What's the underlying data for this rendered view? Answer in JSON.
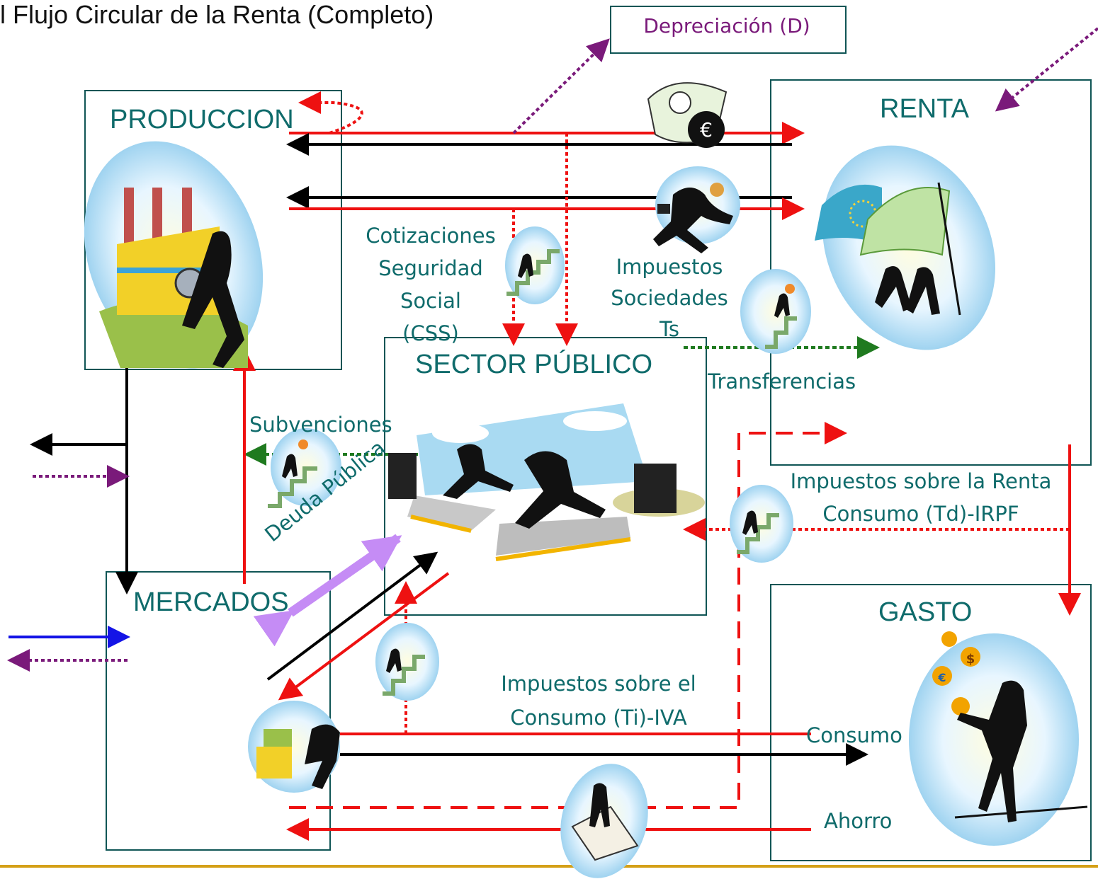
{
  "title": "l Flujo Circular de la Renta (Completo)",
  "boxes": {
    "produccion": "PRODUCCION",
    "renta": "RENTA",
    "sector_publico": "SECTOR PÚBLICO",
    "mercados": "MERCADOS",
    "gasto": "GASTO"
  },
  "labels": {
    "depreciacion": "Depreciación (D)",
    "cotizaciones": [
      "Cotizaciones",
      "Seguridad",
      "Social",
      "(CSS)"
    ],
    "impuestos_sociedades": [
      "Impuestos",
      "Sociedades",
      "Ts"
    ],
    "transferencias": "Transferencias",
    "subvenciones": "Subvenciones",
    "impuestos_renta": [
      "Impuestos sobre la Renta",
      "Consumo (Td)-IRPF"
    ],
    "deuda_publica": "Deuda Pública",
    "impuestos_consumo": [
      "Impuestos sobre el",
      "Consumo (Ti)-IVA"
    ],
    "consumo": "Consumo",
    "ahorro": "Ahorro"
  },
  "colors": {
    "red": "#ee1111",
    "black": "#000000",
    "purple": "#7a1a7a",
    "green": "#1f7a1f",
    "blue": "#1414e6",
    "lavender": "#c58cf5",
    "teal": "#0f6b6b",
    "gold": "#d4a017"
  },
  "icons": [
    "factory-worker-icon",
    "money-flag-couple-icon",
    "money-bag-euro-icon",
    "running-businessman-icon",
    "stair-climber-icon",
    "businessmen-racing-icon",
    "juggler-coins-icon",
    "shopper-icon",
    "envelope-businessman-icon"
  ]
}
